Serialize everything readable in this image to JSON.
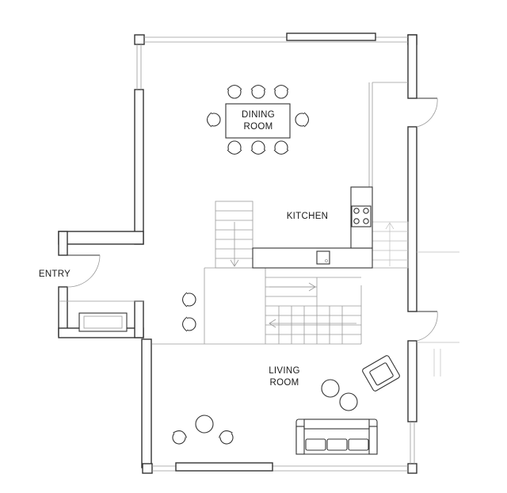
{
  "rooms": {
    "dining": [
      "DINING",
      "ROOM"
    ],
    "kitchen": "KITCHEN",
    "entry": "ENTRY",
    "living": [
      "LIVING",
      "ROOM"
    ]
  },
  "colors": {
    "wall": "#333333",
    "line": "#9a9a9a",
    "background": "#ffffff"
  }
}
